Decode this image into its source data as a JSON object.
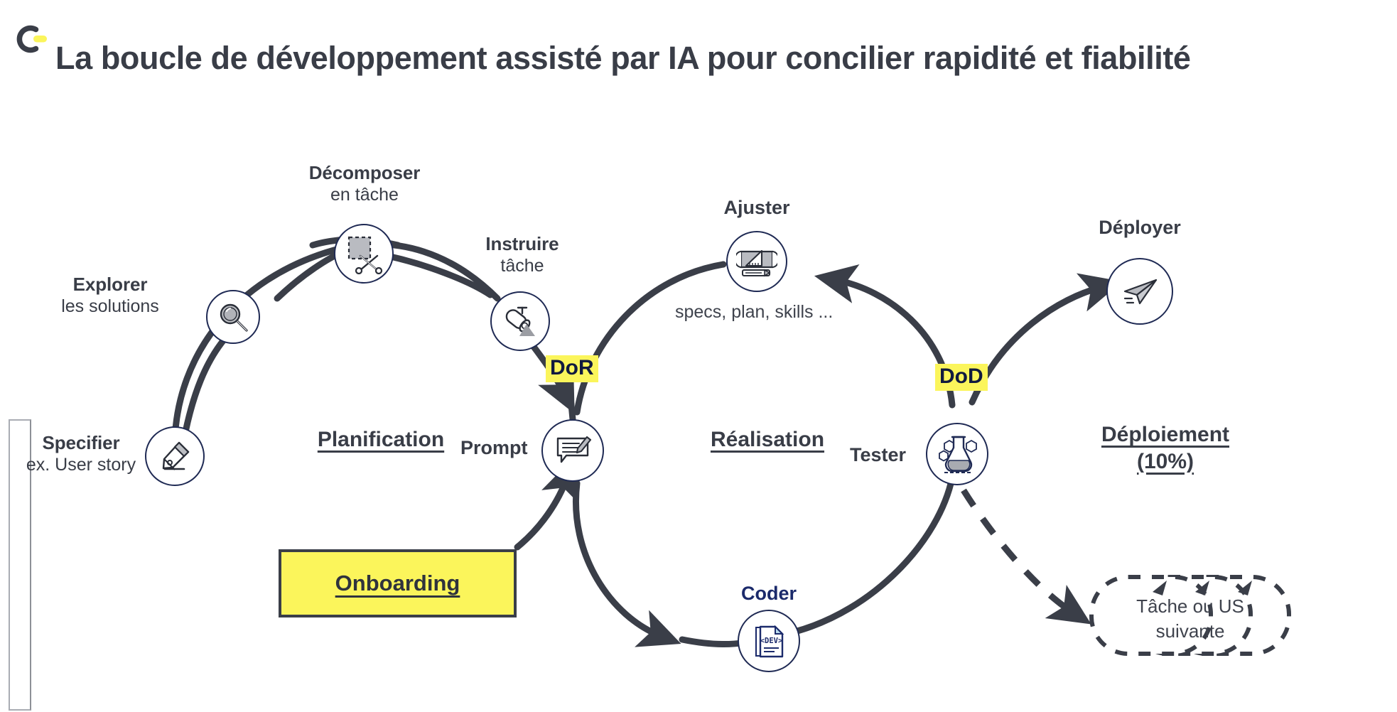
{
  "brand": {
    "logo_icon": "c-dot-logo",
    "accent_yellow": "#FBF55B",
    "navy": "#1F2A54",
    "ink": "#393D47"
  },
  "header": {
    "title": "La boucle de développement assisté par IA pour concilier rapidité et fiabilité"
  },
  "phases": [
    {
      "id": "planification",
      "label": "Planification"
    },
    {
      "id": "realisation",
      "label": "Réalisation"
    },
    {
      "id": "deploiement",
      "label": "Déploiement",
      "label2": "(10%)"
    }
  ],
  "gates": [
    {
      "id": "dor",
      "label": "DoR"
    },
    {
      "id": "dod",
      "label": "DoD"
    }
  ],
  "steps": [
    {
      "id": "specifier",
      "title": "Specifier",
      "subtitle": "ex. User story",
      "icon": "pen-nib-icon"
    },
    {
      "id": "explorer",
      "title": "Explorer",
      "subtitle": "les solutions",
      "icon": "magnifier-icon"
    },
    {
      "id": "decomposer",
      "title": "Décomposer",
      "subtitle": "en tâche",
      "icon": "scissors-cut-icon"
    },
    {
      "id": "instruire",
      "title": "Instruire",
      "subtitle": "tâche",
      "icon": "spotlight-icon"
    },
    {
      "id": "prompt",
      "title": "Prompt",
      "subtitle": "",
      "icon": "chat-pencil-icon"
    },
    {
      "id": "coder",
      "title": "Coder",
      "subtitle": "",
      "icon": "dev-document-icon"
    },
    {
      "id": "tester",
      "title": "Tester",
      "subtitle": "",
      "icon": "lab-flask-icon"
    },
    {
      "id": "ajuster",
      "title": "Ajuster",
      "subtitle": "",
      "icon": "blueprint-ruler-icon"
    },
    {
      "id": "deployer",
      "title": "Déployer",
      "subtitle": "",
      "icon": "paper-plane-icon"
    }
  ],
  "annotations": {
    "ajuster_note": "specs, plan, skills ...",
    "onboarding": "Onboarding",
    "next_task_line1": "Tâche ou US",
    "next_task_line2": "suivante"
  }
}
